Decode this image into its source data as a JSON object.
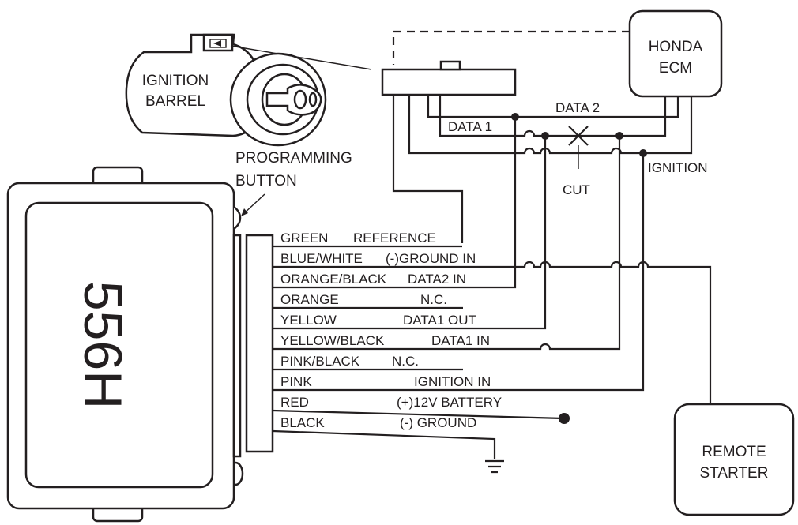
{
  "module": {
    "model": "556H",
    "programming_button_label_1": "PROGRAMMING",
    "programming_button_label_2": "BUTTON"
  },
  "ignition_barrel": {
    "label_1": "IGNITION",
    "label_2": "BARREL"
  },
  "ecm": {
    "label_1": "HONDA",
    "label_2": "ECM"
  },
  "remote_starter": {
    "label_1": "REMOTE",
    "label_2": "STARTER"
  },
  "wire_labels": {
    "data1": "DATA 1",
    "data2": "DATA 2",
    "cut": "CUT",
    "ignition": "IGNITION"
  },
  "harness": [
    {
      "color": "GREEN",
      "function": "REFERENCE"
    },
    {
      "color": "BLUE/WHITE",
      "function": "(-)GROUND IN"
    },
    {
      "color": "ORANGE/BLACK",
      "function": "DATA2 IN"
    },
    {
      "color": "ORANGE",
      "function": "N.C."
    },
    {
      "color": "YELLOW",
      "function": "DATA1 OUT"
    },
    {
      "color": "YELLOW/BLACK",
      "function": "DATA1 IN"
    },
    {
      "color": "PINK/BLACK",
      "function": "N.C."
    },
    {
      "color": "PINK",
      "function": "IGNITION IN"
    },
    {
      "color": "RED",
      "function": "(+)12V BATTERY"
    },
    {
      "color": "BLACK",
      "function": "(-) GROUND"
    }
  ]
}
